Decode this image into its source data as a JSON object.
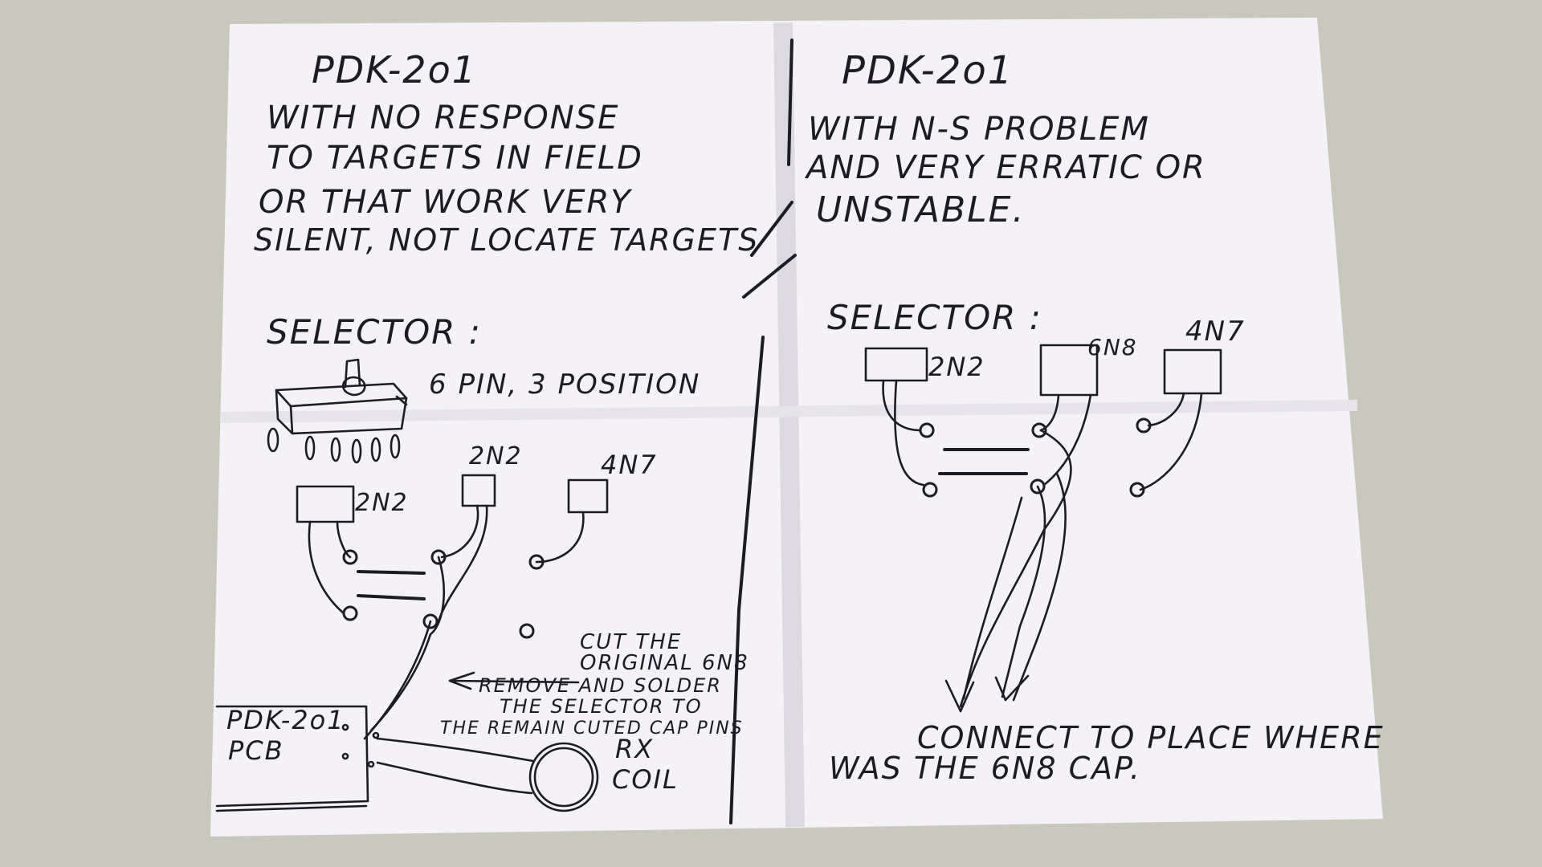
{
  "left": {
    "title": "PDK-2o1",
    "desc": [
      "WITH NO RESPONSE",
      "TO TARGETS IN FIELD",
      "OR THAT WORK VERY",
      "SILENT, NOT LOCATE TARGETS"
    ],
    "selector_label": "SELECTOR :",
    "selector_spec": "6 PIN, 3 POSITION",
    "cap_2n2_a": "2N2",
    "cap_2n2_b": "2N2",
    "cap_4n7": "4N7",
    "note_cut": [
      "CUT THE",
      "ORIGINAL 6N8"
    ],
    "note_solder": [
      "REMOVE AND SOLDER",
      "THE SELECTOR TO",
      "THE REMAIN CUTED CAP PINS"
    ],
    "pcb_label": [
      "PDK-2o1",
      "PCB"
    ],
    "rx_coil": [
      "RX",
      "COIL"
    ]
  },
  "right": {
    "title": "PDK-2o1",
    "desc": [
      "WITH N-S PROBLEM",
      "AND VERY ERRATIC OR",
      "UNSTABLE."
    ],
    "selector_label": "SELECTOR :",
    "cap_2n2": "2N2",
    "cap_6n8": "6N8",
    "cap_4n7": "4N7",
    "note": [
      "CONNECT TO PLACE WHERE",
      "WAS THE 6N8 CAP."
    ]
  },
  "colors": {
    "paper": "#f4f2f6",
    "ink": "#1c1c24",
    "table": "#cfcfc4"
  }
}
